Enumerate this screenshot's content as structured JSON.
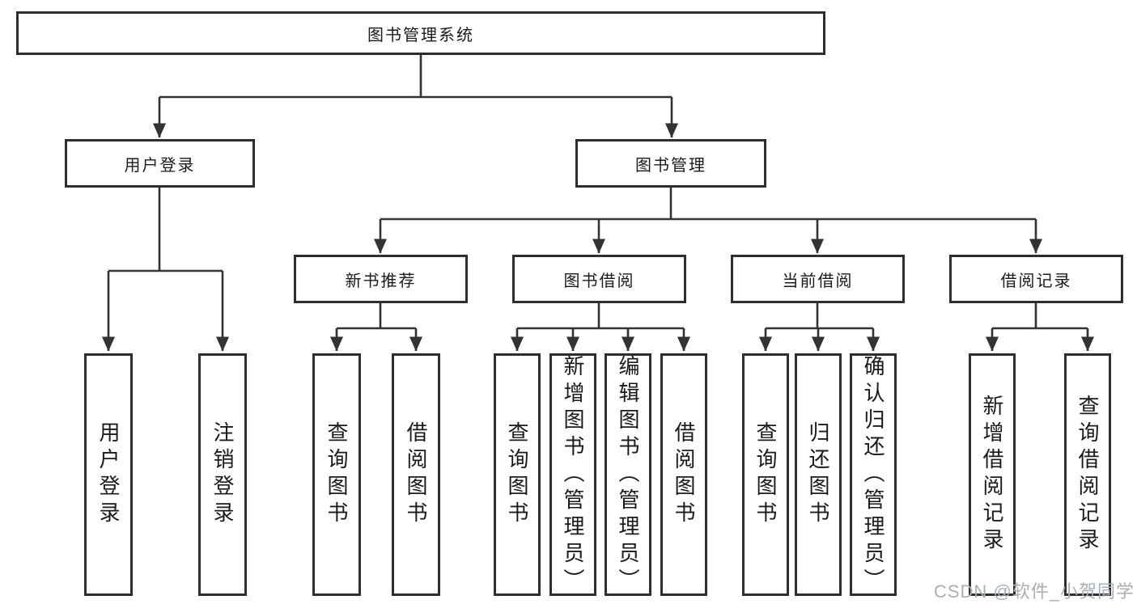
{
  "colors": {
    "line": "#333333",
    "box_border": "#2e2e2e",
    "text": "#1a1a1a",
    "watermark": "#a9b0b5"
  },
  "diagram": {
    "nodes": {
      "root": {
        "label": "图书管理系统"
      },
      "user_login": {
        "label": "用户登录"
      },
      "book_mgmt": {
        "label": "图书管理"
      },
      "new_book_rec": {
        "label": "新书推荐"
      },
      "book_borrow": {
        "label": "图书借阅"
      },
      "current_borrow": {
        "label": "当前借阅"
      },
      "borrow_records": {
        "label": "借阅记录"
      },
      "leaf_user_login": {
        "label": "用户登录"
      },
      "leaf_logout": {
        "label": "注销登录"
      },
      "leaf_query_book_1": {
        "label": "查询图书"
      },
      "leaf_borrow_book_1": {
        "label": "借阅图书"
      },
      "leaf_query_book_2": {
        "label": "查询图书"
      },
      "leaf_add_book_admin": {
        "label": "新增图书（管理员）"
      },
      "leaf_edit_book_admin": {
        "label": "编辑图书（管理员）"
      },
      "leaf_borrow_book_2": {
        "label": "借阅图书"
      },
      "leaf_query_book_3": {
        "label": "查询图书"
      },
      "leaf_return_book": {
        "label": "归还图书"
      },
      "leaf_confirm_return_admin": {
        "label": "确认归还（管理员）"
      },
      "leaf_add_borrow_record": {
        "label": "新增借阅记录"
      },
      "leaf_query_borrow_record": {
        "label": "查询借阅记录"
      }
    }
  },
  "watermark": {
    "text": "CSDN @软件_小贺同学"
  }
}
